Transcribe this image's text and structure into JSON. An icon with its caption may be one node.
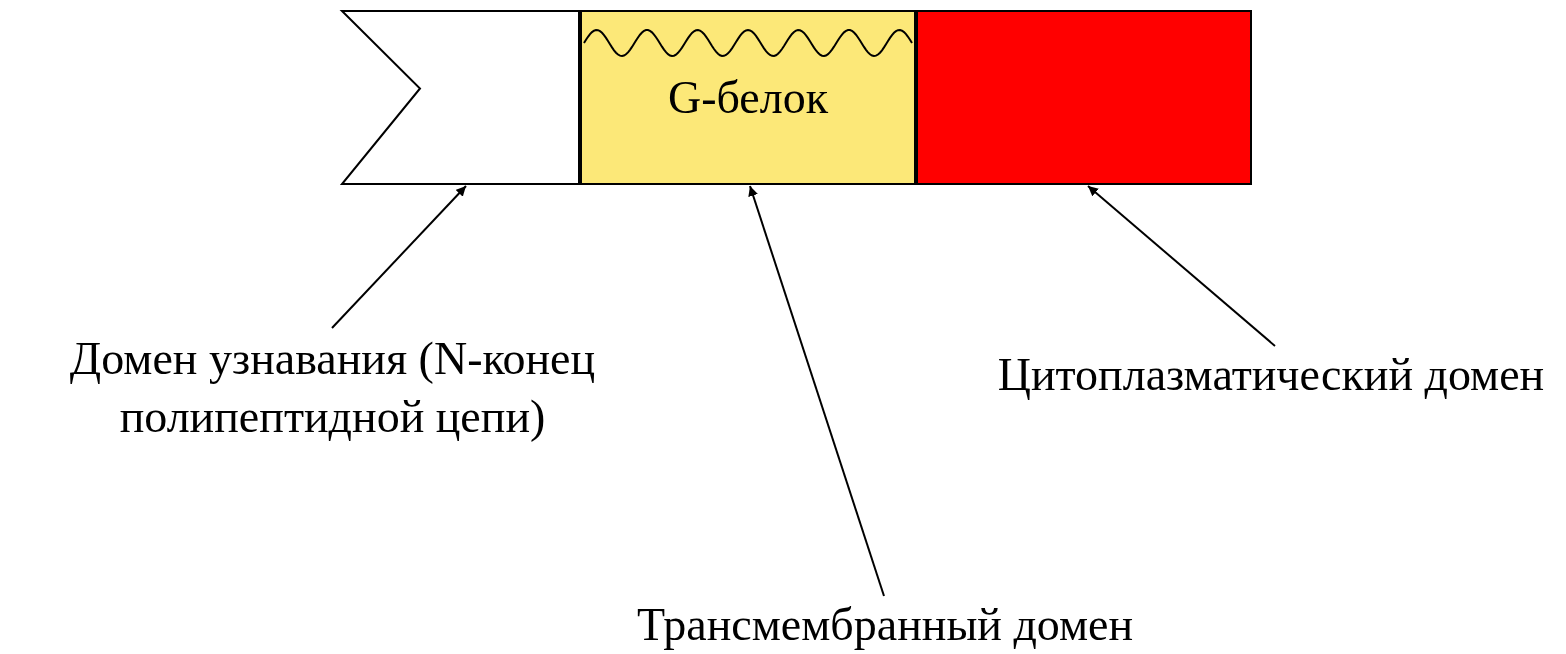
{
  "diagram": {
    "nodes": [
      {
        "text": [],
        "shape": "chevron"
      },
      {
        "text": [
          "G-белок"
        ]
      },
      {
        "text": [],
        "shape": "box"
      },
      {
        "text": [
          "Домен узнавания (N-конец полипептидной цепи)"
        ]
      },
      {
        "text": [
          "Трансмембранный домен"
        ]
      },
      {
        "text": [
          "Цитоплазматический домен"
        ]
      }
    ],
    "edges": [
      {
        "from": 3,
        "to": 0,
        "arrow": "to"
      },
      {
        "from": 4,
        "to": 1,
        "arrow": "to"
      },
      {
        "from": 5,
        "to": 2,
        "arrow": "to"
      }
    ]
  }
}
